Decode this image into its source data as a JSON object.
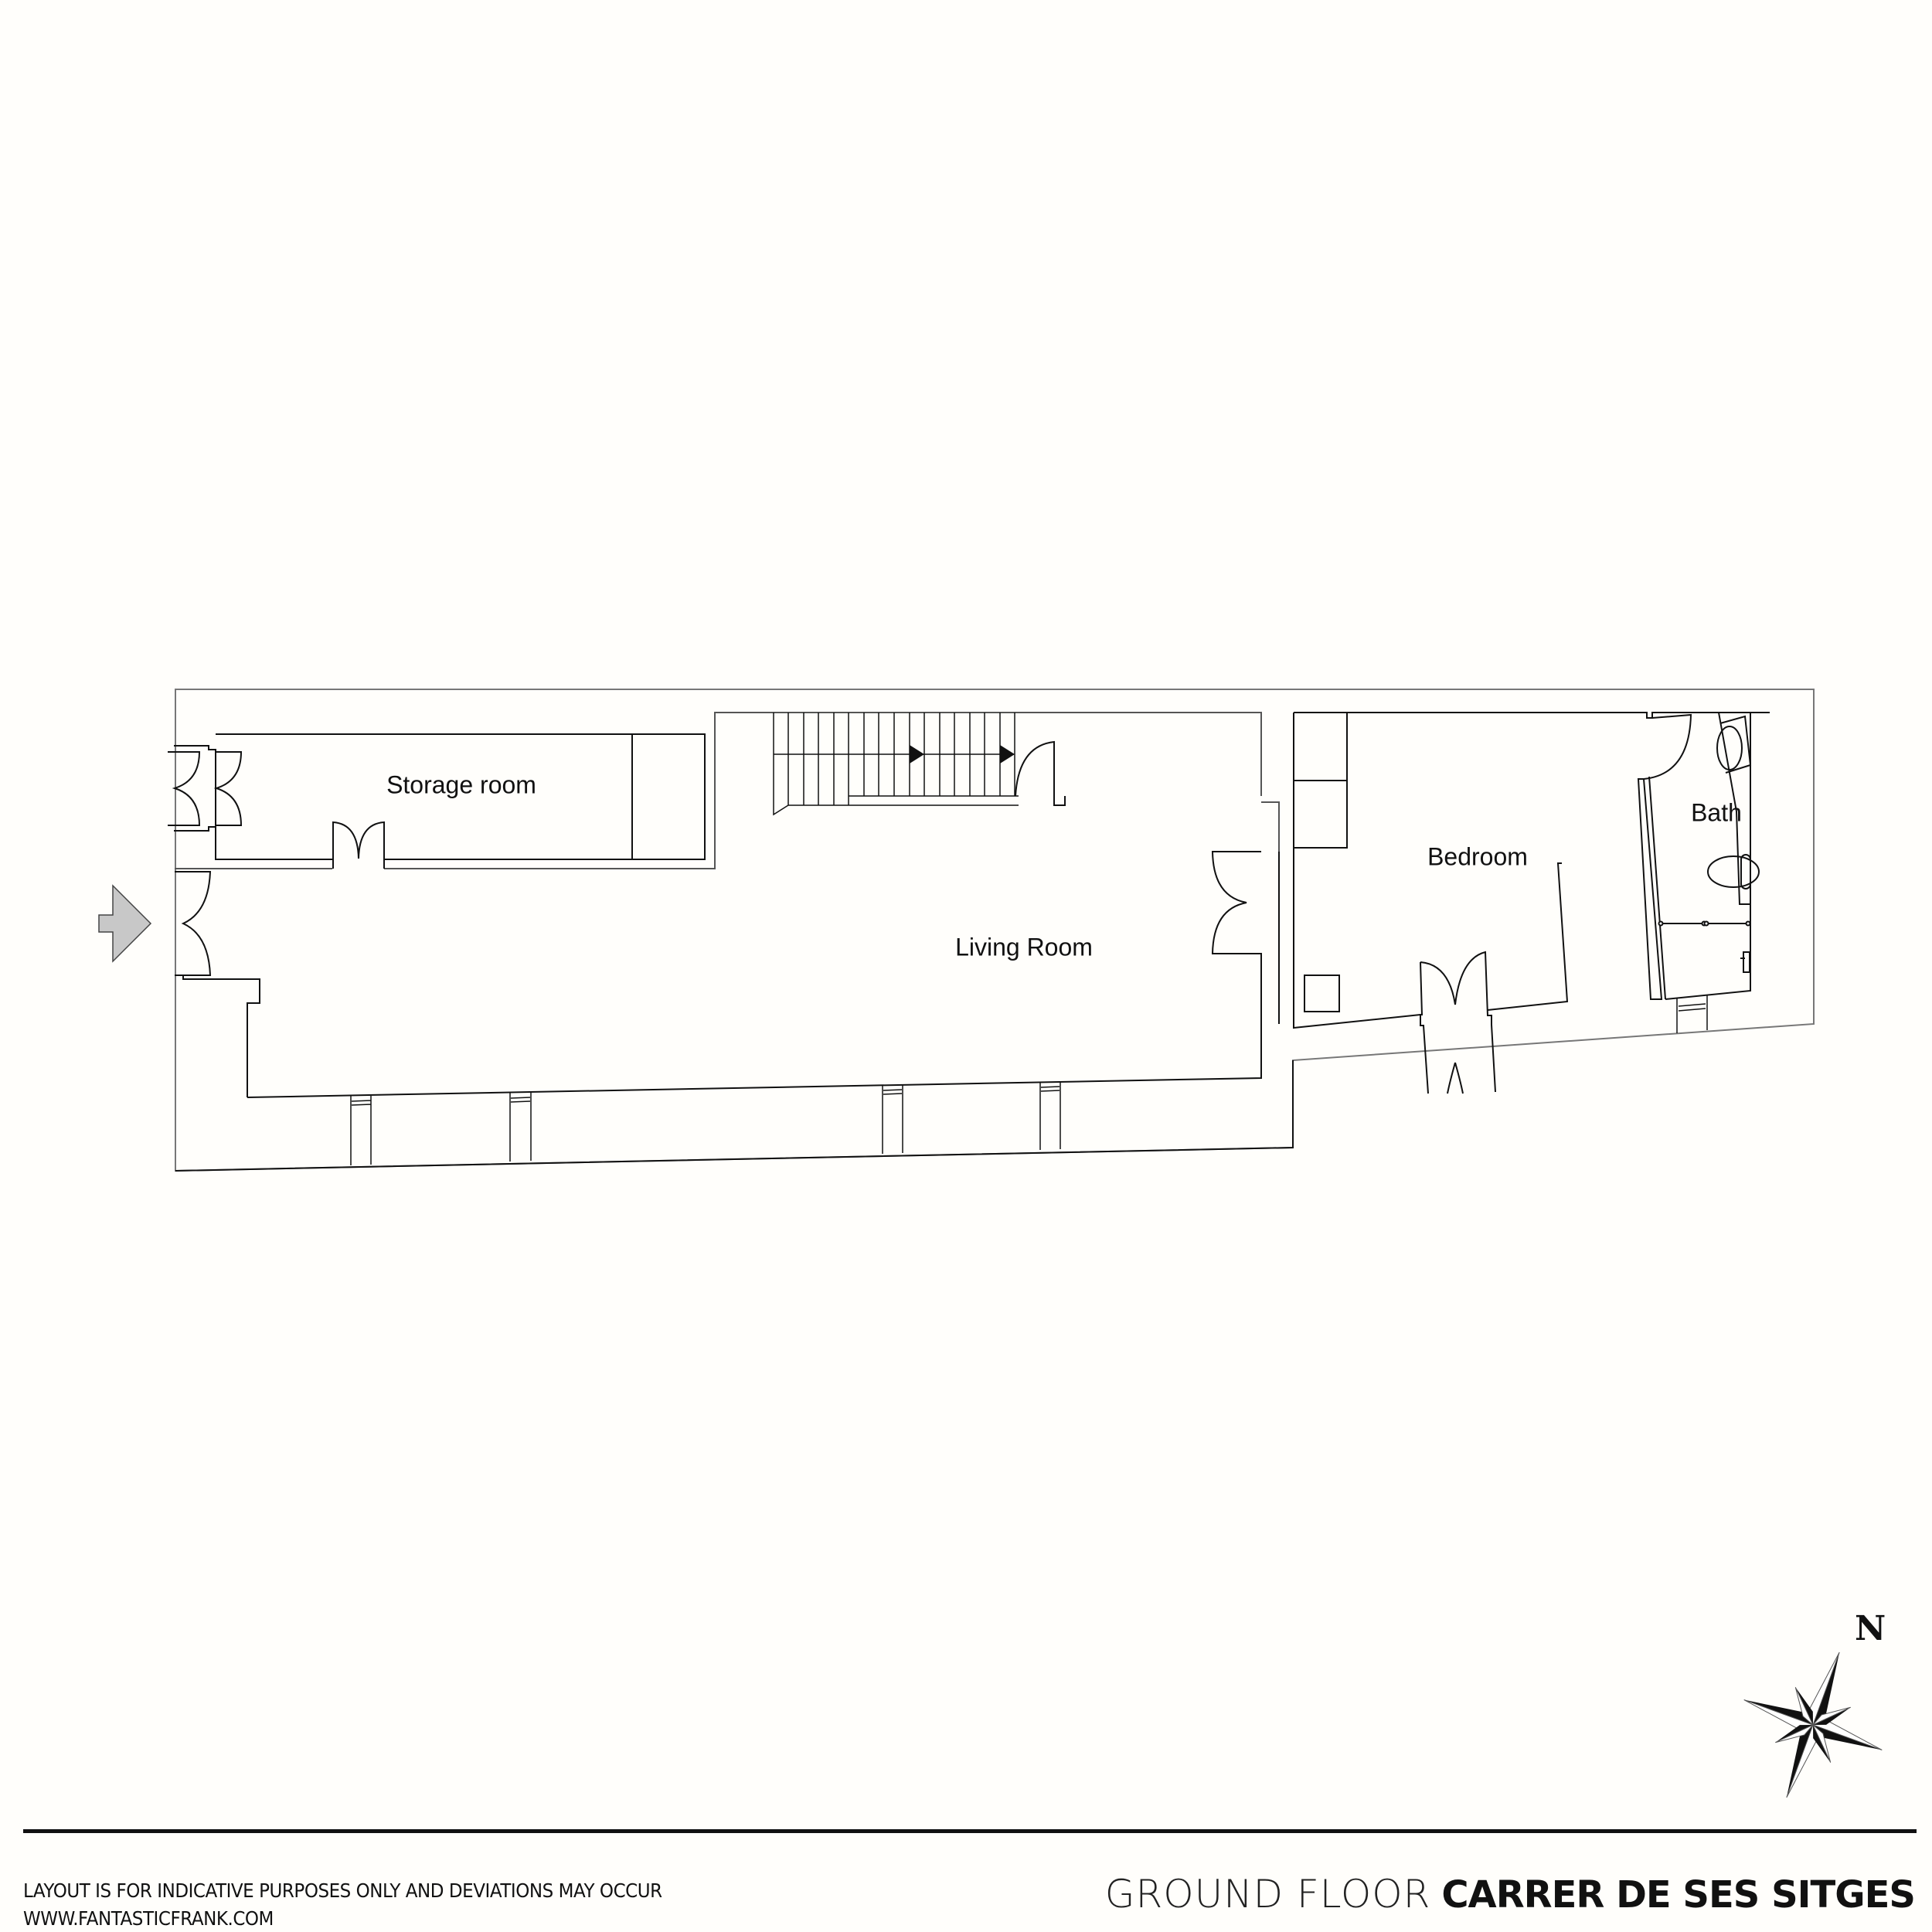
{
  "floorplan": {
    "rooms": [
      {
        "id": "storage",
        "label": "Storage room"
      },
      {
        "id": "living",
        "label": "Living Room"
      },
      {
        "id": "bedroom",
        "label": "Bedroom"
      },
      {
        "id": "bath",
        "label": "Bath"
      }
    ],
    "entrance_arrow_color": "#c8c8c8",
    "wall_color": "#111111",
    "outline_color": "#666666"
  },
  "compass": {
    "north_label": "N"
  },
  "footer": {
    "disclaimer": "LAYOUT IS FOR INDICATIVE PURPOSES ONLY AND DEVIATIONS MAY OCCUR",
    "website": "WWW.FANTASTICFRANK.COM",
    "floor_name": "GROUND FLOOR",
    "address": "CARRER DE SES SITGES"
  }
}
